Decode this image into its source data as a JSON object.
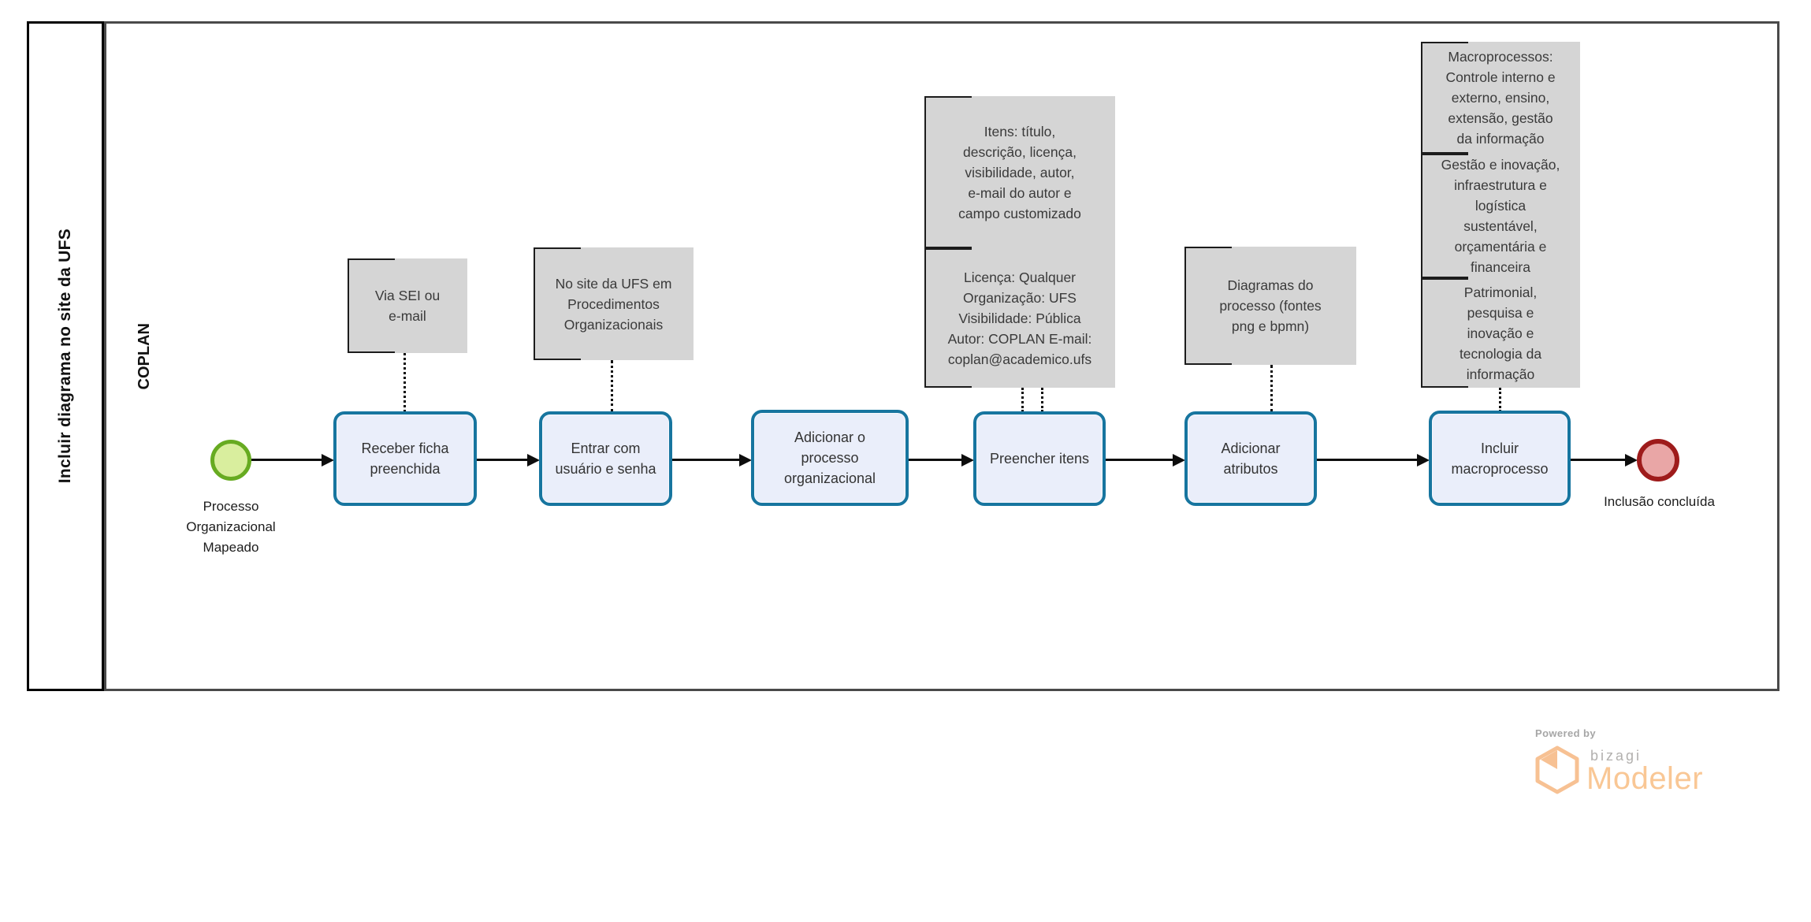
{
  "pool": {
    "title": "Incluir diagrama no site da UFS",
    "lane": "COPLAN"
  },
  "flow": {
    "start_event": "Processo\nOrganizacional\nMapeado",
    "end_event": "Inclusão concluída",
    "tasks": [
      "Receber ficha\npreenchida",
      "Entrar com\nusuário e senha",
      "Adicionar o\nprocesso\norganizacional",
      "Preencher itens",
      "Adicionar\natributos",
      "Incluir\nmacroprocesso"
    ],
    "annotations": [
      "Via SEI ou\ne-mail",
      "No site da UFS em\nProcedimentos\nOrganizacionais",
      "Itens: título,\ndescrição, licença,\nvisibilidade, autor,\ne-mail do autor e\ncampo customizado",
      "Licença: Qualquer\nOrganização: UFS\nVisibilidade: Pública\nAutor: COPLAN E-mail:\ncoplan@academico.ufs",
      "Diagramas do\nprocesso (fontes\npng e bpmn)",
      "Macroprocessos:\nControle interno e\nexterno, ensino,\nextensão, gestão\nda informação",
      "Gestão e inovação,\ninfraestrutura e\nlogística\nsustentável,\norçamentária e\nfinanceira",
      "Patrimonial,\npesquisa e\ninovação e\ntecnologia da\ninformação"
    ]
  },
  "branding": {
    "powered_by": "Powered by",
    "brand": "bizagi",
    "product": "Modeler"
  },
  "colors": {
    "task_border": "#17759f",
    "task_fill": "#eaeefa",
    "start_border": "#67ab21",
    "start_fill": "#d9ee9e",
    "end_border": "#9e1b1b",
    "end_fill": "#e9a6a6",
    "annotation_fill": "#d5d5d5",
    "pool_border": "#000000",
    "lane_border": "#4a4a4a",
    "brand_orange": "#f9c795",
    "brand_gray": "#b2b0ae"
  }
}
